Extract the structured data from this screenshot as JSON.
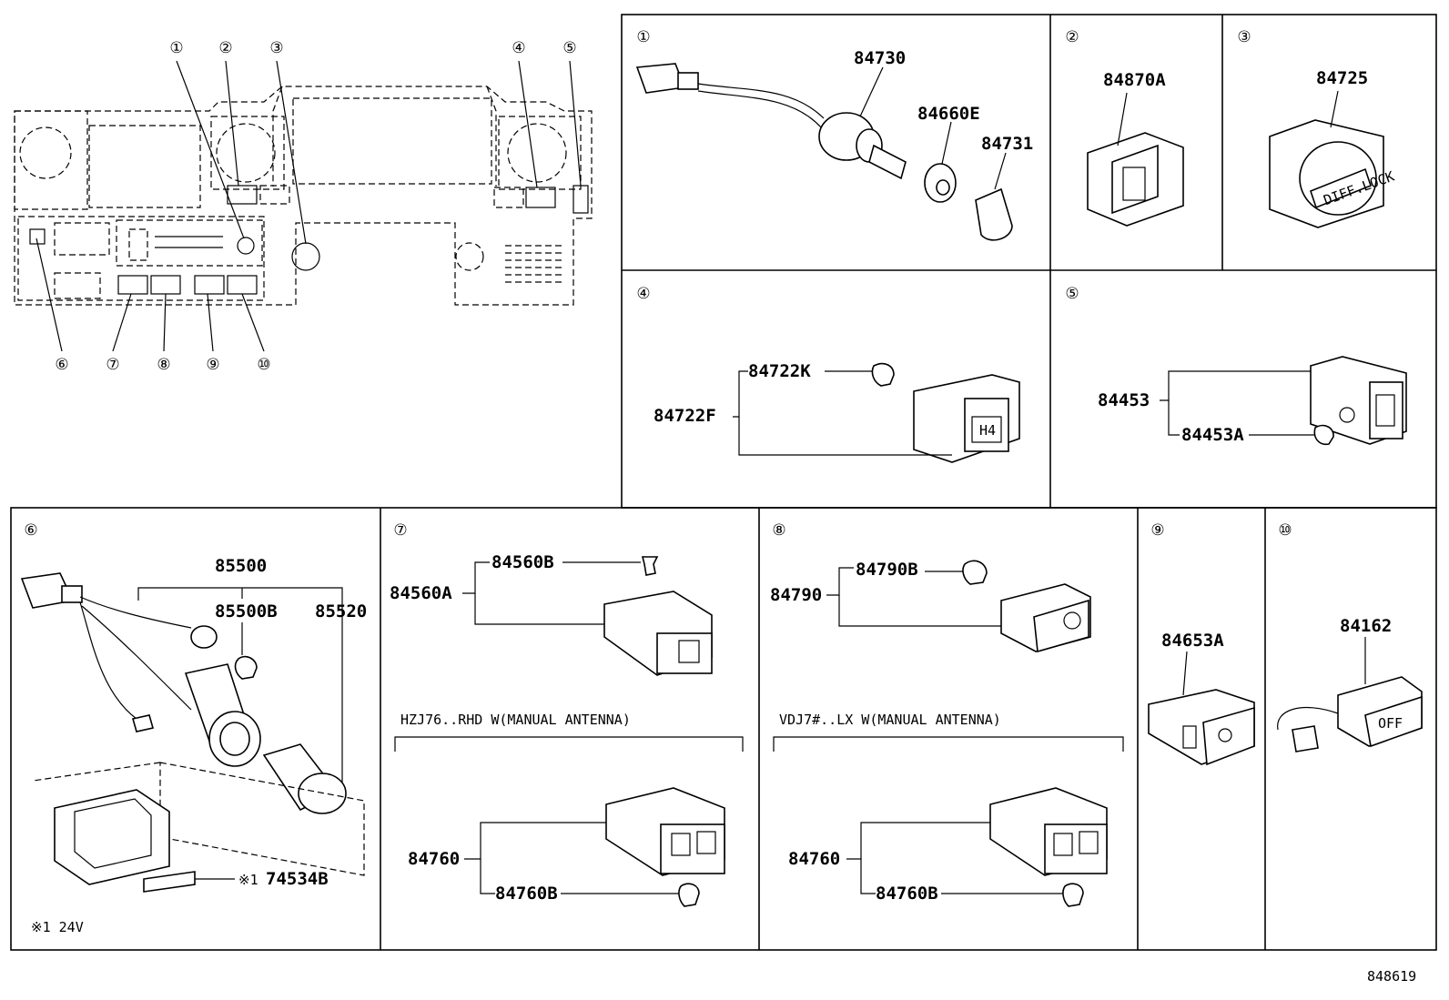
{
  "overview": {
    "callouts": [
      "①",
      "②",
      "③",
      "④",
      "⑤",
      "⑥",
      "⑦",
      "⑧",
      "⑨",
      "⑩"
    ]
  },
  "panels": {
    "p1": {
      "num": "①",
      "parts": [
        "84730",
        "84660E",
        "84731"
      ]
    },
    "p2": {
      "num": "②",
      "parts": [
        "84870A"
      ]
    },
    "p3": {
      "num": "③",
      "parts": [
        "84725"
      ],
      "switch_text": "DIFF.LOCK"
    },
    "p4": {
      "num": "④",
      "parts": [
        "84722K",
        "84722F"
      ],
      "switch_text": "H4"
    },
    "p5": {
      "num": "⑤",
      "parts": [
        "84453",
        "84453A"
      ]
    },
    "p6": {
      "num": "⑥",
      "parts": [
        "85500",
        "85500B",
        "85520",
        "74534B"
      ],
      "ref_mark": "※1",
      "note": "※1 24V"
    },
    "p7": {
      "num": "⑦",
      "parts": [
        "84560B",
        "84560A",
        "84760",
        "84760B"
      ],
      "condition": "HZJ76..RHD  W(MANUAL ANTENNA)"
    },
    "p8": {
      "num": "⑧",
      "parts": [
        "84790B",
        "84790",
        "84760",
        "84760B"
      ],
      "condition": "VDJ7#..LX  W(MANUAL ANTENNA)"
    },
    "p9": {
      "num": "⑨",
      "parts": [
        "84653A"
      ]
    },
    "p10": {
      "num": "⑩",
      "parts": [
        "84162"
      ],
      "switch_text": "OFF"
    }
  },
  "diagram_id": "848619"
}
